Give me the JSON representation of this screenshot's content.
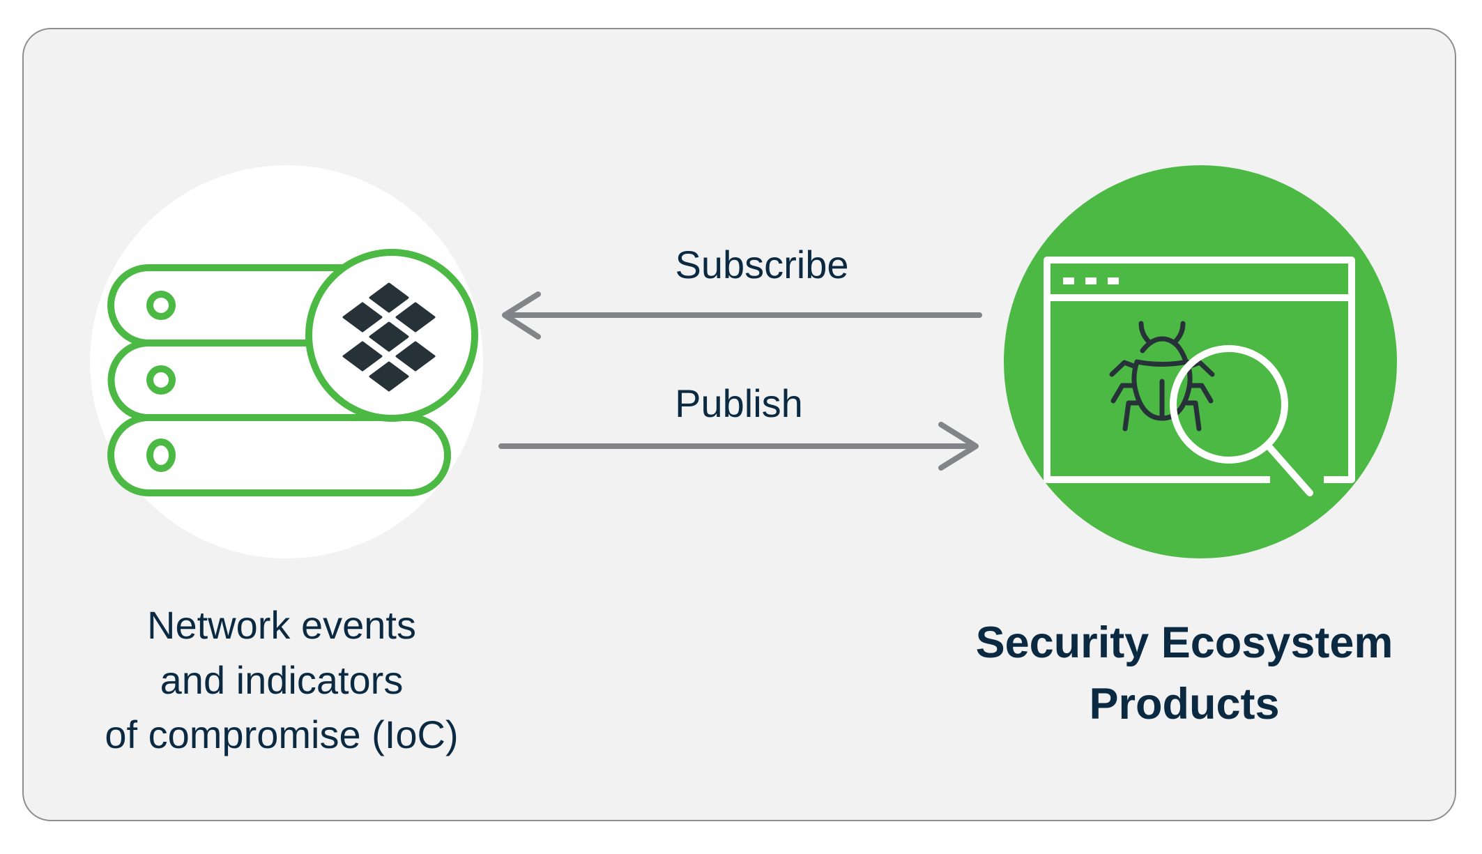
{
  "diagram": {
    "type": "publish-subscribe flow",
    "colors": {
      "panel_background": "#f2f2f2",
      "panel_border": "#8e8e90",
      "brand_green": "#4bb944",
      "icon_dark": "#263238",
      "text_navy": "#0b2a42",
      "arrow_gray": "#838487",
      "white": "#ffffff"
    },
    "left_node": {
      "icon": "server-stack-with-ioc-badge-icon",
      "label_lines": [
        "Network events",
        "and indicators",
        "of compromise (IoC)"
      ]
    },
    "right_node": {
      "icon": "browser-window-bug-magnifier-icon",
      "label_lines": [
        "Security Ecosystem",
        "Products"
      ]
    },
    "edges": [
      {
        "label": "Subscribe",
        "direction": "right-to-left",
        "from": "Security Ecosystem Products",
        "to": "Network events and indicators of compromise (IoC)"
      },
      {
        "label": "Publish",
        "direction": "left-to-right",
        "from": "Network events and indicators of compromise (IoC)",
        "to": "Security Ecosystem Products"
      }
    ]
  }
}
